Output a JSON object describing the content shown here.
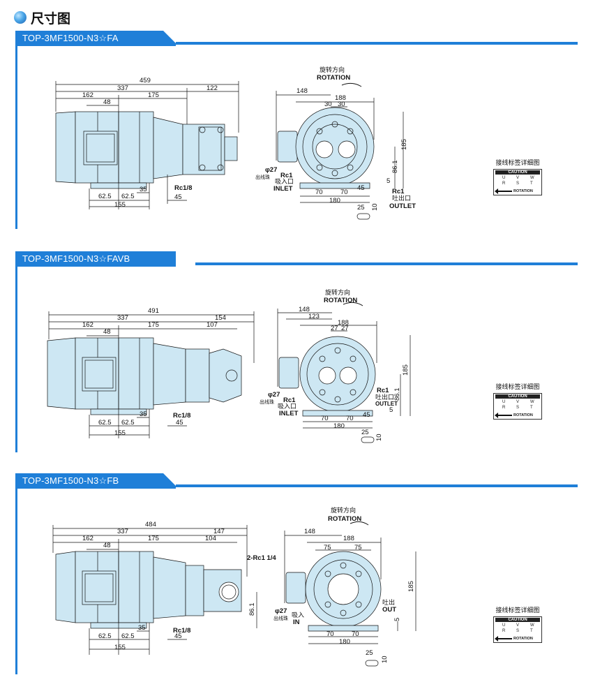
{
  "header": {
    "title": "尺寸图"
  },
  "labels": {
    "rotation_cn": "旋转方向",
    "rotation_en": "ROTATION",
    "phi27": "φ27",
    "cable_bead": "出线珠",
    "rc1": "Rc1",
    "suction_cn": "吸入口",
    "inlet": "INLET",
    "discharge_cn": "吐出口",
    "outlet": "OUTLET",
    "rc18": "Rc1/8",
    "suction_short": "吸入",
    "in": "IN",
    "discharge_short": "吐出",
    "out": "OUT",
    "rc_2": "2-Rc1 1/4"
  },
  "caution": {
    "title": "接线标签详细图",
    "caption": "CAUTION",
    "letters_top": [
      "U",
      "V",
      "W"
    ],
    "letters_bottom": [
      "R",
      "S",
      "T"
    ],
    "rotation": "ROTATION"
  },
  "sections": [
    {
      "model": "TOP-3MF1500-N3☆FA",
      "side": {
        "overall": "459",
        "motor": "337",
        "pump_ext": "122",
        "d162": "162",
        "d175": "175",
        "d48": "48",
        "d62a": "62.5",
        "d62b": "62.5",
        "d35": "35",
        "d45": "45",
        "d155": "155"
      },
      "front": {
        "d148": "148",
        "d188": "188",
        "d30a": "30",
        "d30b": "30",
        "d185": "185",
        "d86": "86.1",
        "d5": "5",
        "d70a": "70",
        "d70b": "70",
        "d45": "45",
        "d180": "180",
        "d25": "25",
        "d10": "10"
      }
    },
    {
      "model": "TOP-3MF1500-N3☆FAVB",
      "side": {
        "overall": "491",
        "motor": "337",
        "pump_ext": "154",
        "d162": "162",
        "d175": "175",
        "d107": "107",
        "d48": "48",
        "d62a": "62.5",
        "d62b": "62.5",
        "d35": "35",
        "d45": "45",
        "d155": "155"
      },
      "front": {
        "d148": "148",
        "d123": "123",
        "d188": "188",
        "d27a": "27",
        "d27b": "27",
        "d185": "185",
        "d86": "86.1",
        "d5": "5",
        "d70a": "70",
        "d70b": "70",
        "d45": "45",
        "d180": "180",
        "d25": "25",
        "d10": "10"
      }
    },
    {
      "model": "TOP-3MF1500-N3☆FB",
      "side": {
        "overall": "484",
        "motor": "337",
        "pump_ext": "147",
        "d162": "162",
        "d175": "175",
        "d104": "104",
        "d48": "48",
        "d62a": "62.5",
        "d62b": "62.5",
        "d35": "35",
        "d45": "45",
        "d155": "155",
        "d86": "86.1"
      },
      "front": {
        "d148": "148",
        "d188": "188",
        "d75a": "75",
        "d75b": "75",
        "d185": "185",
        "d5": "5",
        "d70a": "70",
        "d70b": "70",
        "d180": "180",
        "d25": "25",
        "d10": "10"
      }
    }
  ],
  "colors": {
    "accent": "#1f7fd8",
    "body_fill": "#cde7f3",
    "line": "#111111"
  }
}
